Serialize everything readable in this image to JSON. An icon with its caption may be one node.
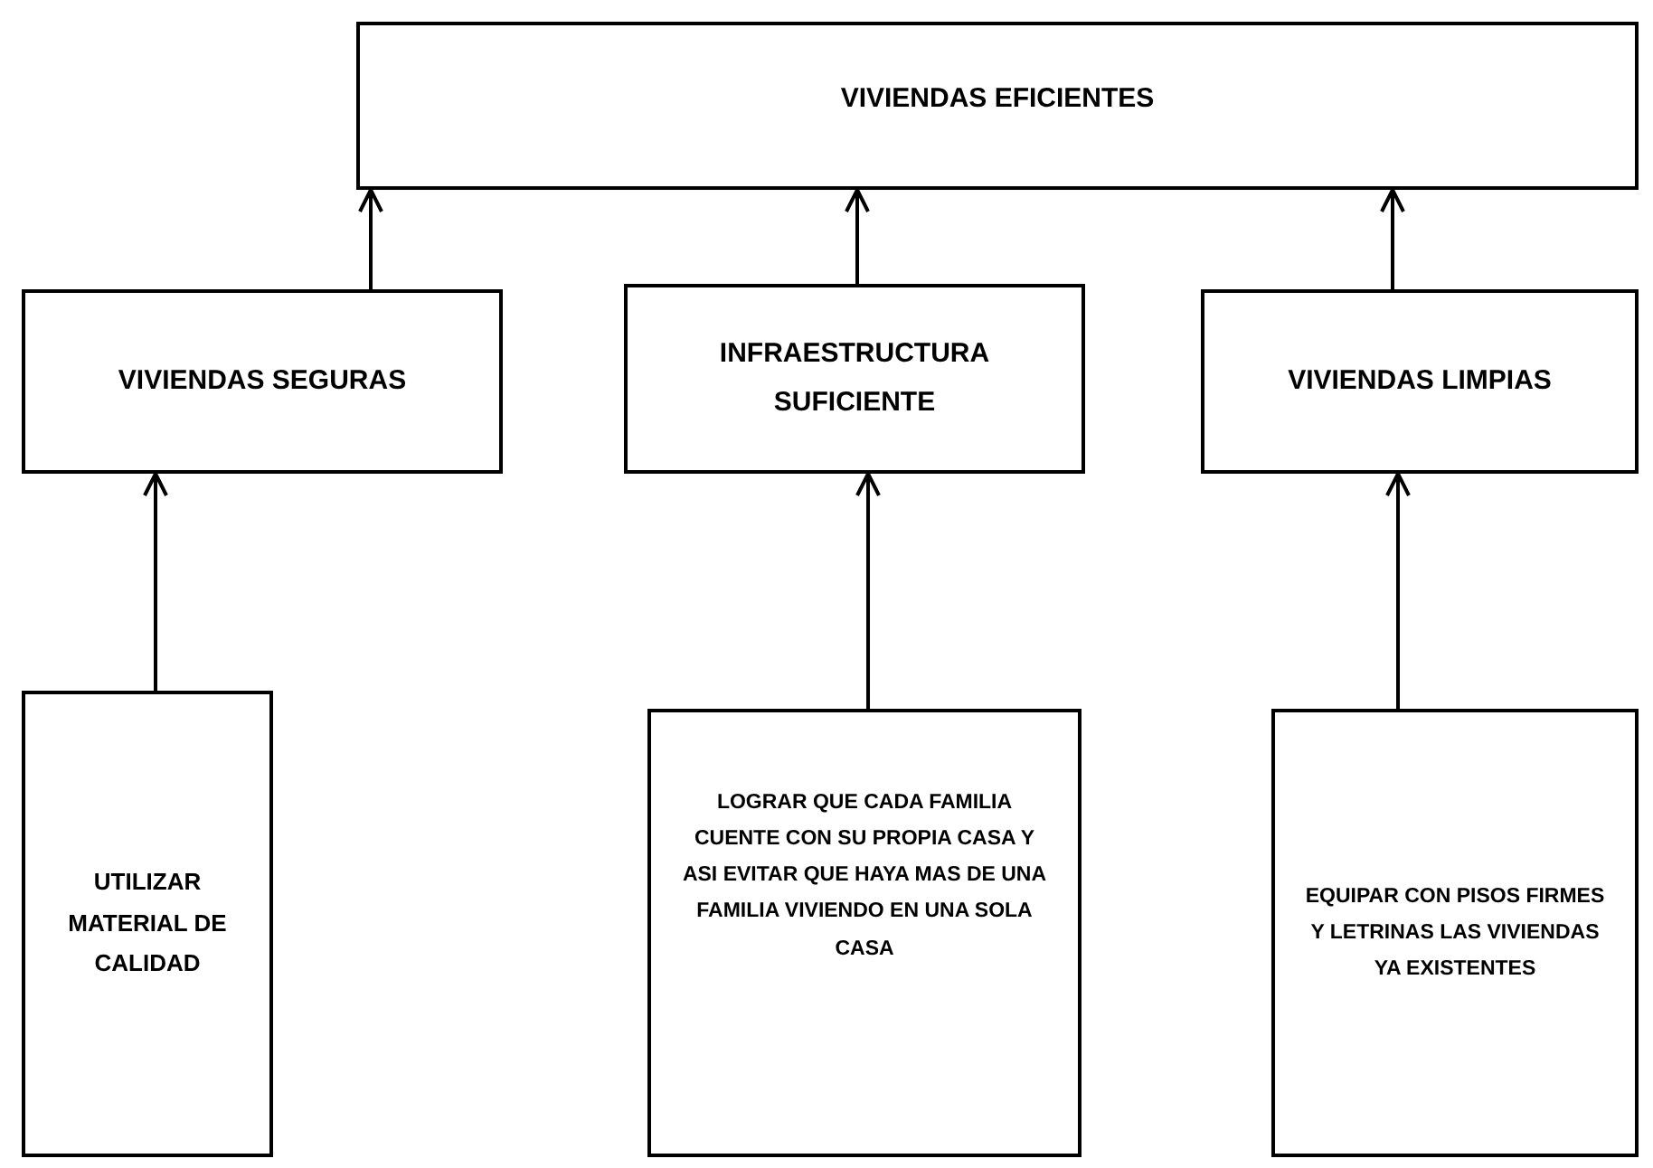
{
  "diagram": {
    "nodes": [
      {
        "text": [
          "VIVIENDAS EFICIENTES"
        ]
      },
      {
        "text": [
          "VIVIENDAS SEGURAS"
        ]
      },
      {
        "text": [
          "INFRAESTRUCTURA SUFICIENTE"
        ]
      },
      {
        "text": [
          "VIVIENDAS LIMPIAS"
        ]
      },
      {
        "text": [
          "UTILIZAR MATERIAL DE CALIDAD"
        ]
      },
      {
        "text": [
          "LOGRAR QUE CADA FAMILIA CUENTE CON SU PROPIA CASA Y ASI EVITAR QUE HAYA MAS DE UNA FAMILIA VIVIENDO EN UNA SOLA CASA"
        ]
      },
      {
        "text": [
          "EQUIPAR CON PISOS FIRMES Y LETRINAS LAS VIVIENDAS YA EXISTENTES"
        ]
      }
    ],
    "edges": [
      {
        "from": 1,
        "to": 0,
        "arrow": "to"
      },
      {
        "from": 2,
        "to": 0,
        "arrow": "to"
      },
      {
        "from": 3,
        "to": 0,
        "arrow": "to"
      },
      {
        "from": 4,
        "to": 1,
        "arrow": "to"
      },
      {
        "from": 5,
        "to": 2,
        "arrow": "to"
      },
      {
        "from": 6,
        "to": 3,
        "arrow": "to"
      }
    ]
  }
}
